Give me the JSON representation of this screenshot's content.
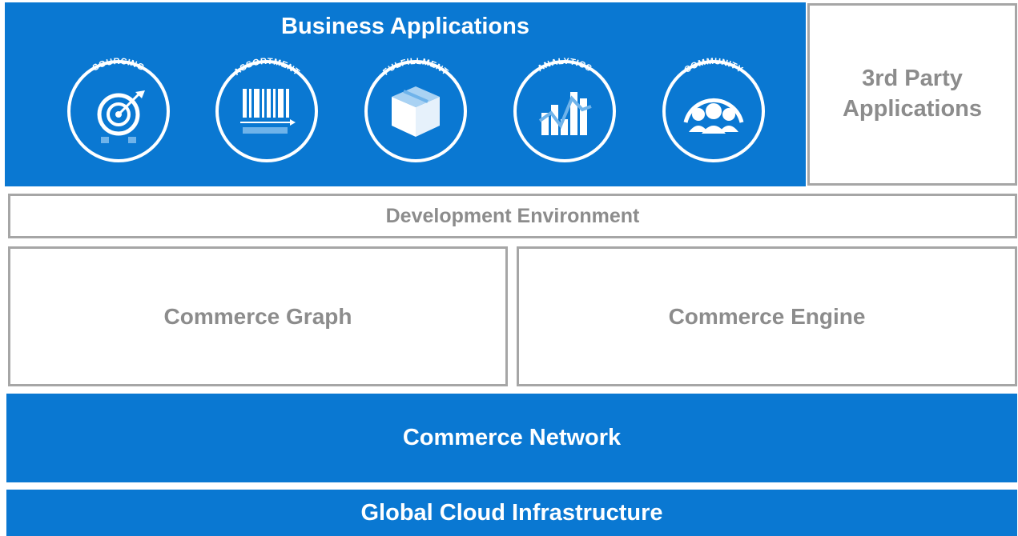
{
  "business_applications": {
    "title": "Business Applications",
    "apps": [
      {
        "label": "SOURCING",
        "icon": "target-icon"
      },
      {
        "label": "ASSORTMENT",
        "icon": "barcode-icon"
      },
      {
        "label": "FULFILLMENT",
        "icon": "box-icon"
      },
      {
        "label": "ANALYTICS",
        "icon": "bar-chart-icon"
      },
      {
        "label": "COMMUNITY",
        "icon": "people-icon"
      }
    ]
  },
  "third_party": {
    "line1": "3rd Party",
    "line2": "Applications"
  },
  "development_environment": "Development Environment",
  "commerce_graph": "Commerce Graph",
  "commerce_engine": "Commerce Engine",
  "commerce_network": "Commerce Network",
  "global_cloud": "Global Cloud Infrastructure",
  "colors": {
    "accent_blue": "#0a78d2",
    "border_gray": "#a6a6a6",
    "text_gray": "#8c8c8c"
  }
}
